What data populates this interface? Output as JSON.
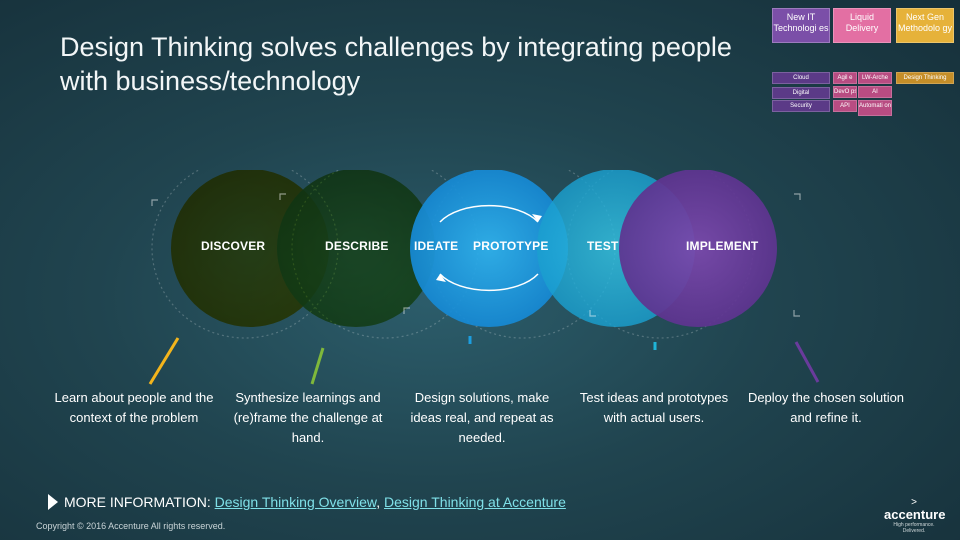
{
  "slide": {
    "title": "Design Thinking solves challenges by integrating people with business/technology"
  },
  "grid": {
    "headers": [
      "New IT Technologi es",
      "Liquid Delivery",
      "Next Gen Methodolo gy"
    ],
    "left_cells": [
      "Cloud",
      "Digital",
      "Security"
    ],
    "mid_cells": [
      "Agil e",
      "DevO ps",
      "API"
    ],
    "mid_right_cells": [
      "LW-Arche",
      "AI",
      "Automati on"
    ],
    "right_cells": [
      "Design Thinking"
    ]
  },
  "stages": {
    "discover": "DISCOVER",
    "describe": "DESCRIBE",
    "ideate": "IDEATE",
    "prototype": "PROTOTYPE",
    "test": "TEST",
    "implement": "IMPLEMENT"
  },
  "colors": {
    "discover": "#f3b51c",
    "describe": "#7fb83b",
    "ideate": "#1c9ee0",
    "test": "#1fb5d8",
    "implement": "#6a3b9c",
    "link": "#7fe0e8"
  },
  "descriptions": {
    "discover": "Learn about people and the context of the problem",
    "describe": "Synthesize learnings and (re)frame the challenge at hand.",
    "ideate": "Design solutions, make ideas real, and repeat as needed.",
    "test": "Test ideas and prototypes with actual users.",
    "implement": "Deploy the chosen solution and refine it."
  },
  "more": {
    "prefix": "MORE INFORMATION:",
    "link1": "Design Thinking Overview",
    "separator": ",",
    "link2": "Design Thinking at Accenture"
  },
  "footer": {
    "copyright": "Copyright © 2016 Accenture All rights reserved.",
    "logo_mark": ">",
    "logo_word": "accenture",
    "logo_tagline": "High performance. Delivered."
  }
}
